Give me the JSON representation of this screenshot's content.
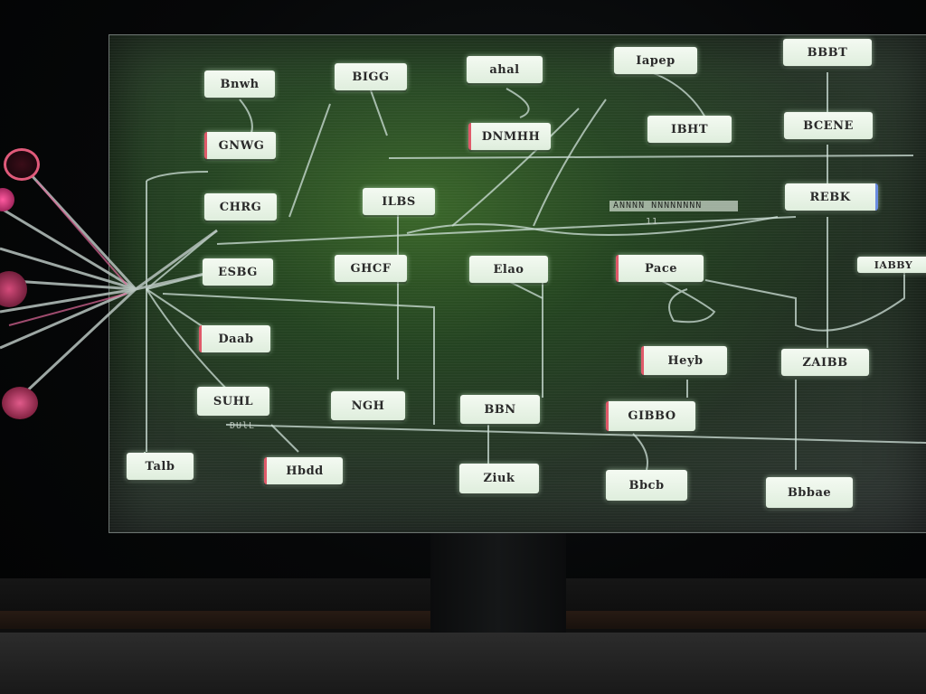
{
  "diagram": {
    "nodes": [
      {
        "id": "n1",
        "label": "Bnwh"
      },
      {
        "id": "n2",
        "label": "GNWG"
      },
      {
        "id": "n3",
        "label": "CHRG"
      },
      {
        "id": "n4",
        "label": "ESBG"
      },
      {
        "id": "n5",
        "label": "Daab"
      },
      {
        "id": "n6",
        "label": "SUHL"
      },
      {
        "id": "n7",
        "label": "Talb"
      },
      {
        "id": "n8",
        "label": "Hbdd"
      },
      {
        "id": "n9",
        "label": "Bbcb"
      },
      {
        "id": "n10",
        "label": "BIGG"
      },
      {
        "id": "n11",
        "label": "ILBS"
      },
      {
        "id": "n12",
        "label": "GHCF"
      },
      {
        "id": "n13",
        "label": "NGH"
      },
      {
        "id": "n14",
        "label": "DNMHH"
      },
      {
        "id": "n15",
        "label": "Elao"
      },
      {
        "id": "n16",
        "label": "BBN"
      },
      {
        "id": "n17",
        "label": "Ziuk"
      },
      {
        "id": "n18",
        "label": "ahal"
      },
      {
        "id": "n19",
        "label": "IBHT"
      },
      {
        "id": "n20",
        "label": "Pace"
      },
      {
        "id": "n21",
        "label": "Heyb"
      },
      {
        "id": "n22",
        "label": "Iapep"
      },
      {
        "id": "n23",
        "label": "BBBT"
      },
      {
        "id": "n24",
        "label": "GIBBO"
      },
      {
        "id": "n25",
        "label": "BCENE"
      },
      {
        "id": "n26",
        "label": "REBK"
      },
      {
        "id": "n27",
        "label": "ZAIBB"
      },
      {
        "id": "n28",
        "label": "Bbbae"
      },
      {
        "id": "n29",
        "label": "IABBY"
      }
    ],
    "captions": [
      {
        "id": "c1",
        "text": "ANNNN NNNNNNNN"
      },
      {
        "id": "c2",
        "text": "11"
      },
      {
        "id": "c3",
        "text": "DUlL"
      }
    ]
  },
  "colors": {
    "node_fill": "#eef7ec",
    "wire": "#cfe0d8",
    "screen_green": "#3c6e28",
    "cable_pink": "#e0508a"
  },
  "icons": [
    "cable-bundle-icon",
    "plug-icon"
  ]
}
